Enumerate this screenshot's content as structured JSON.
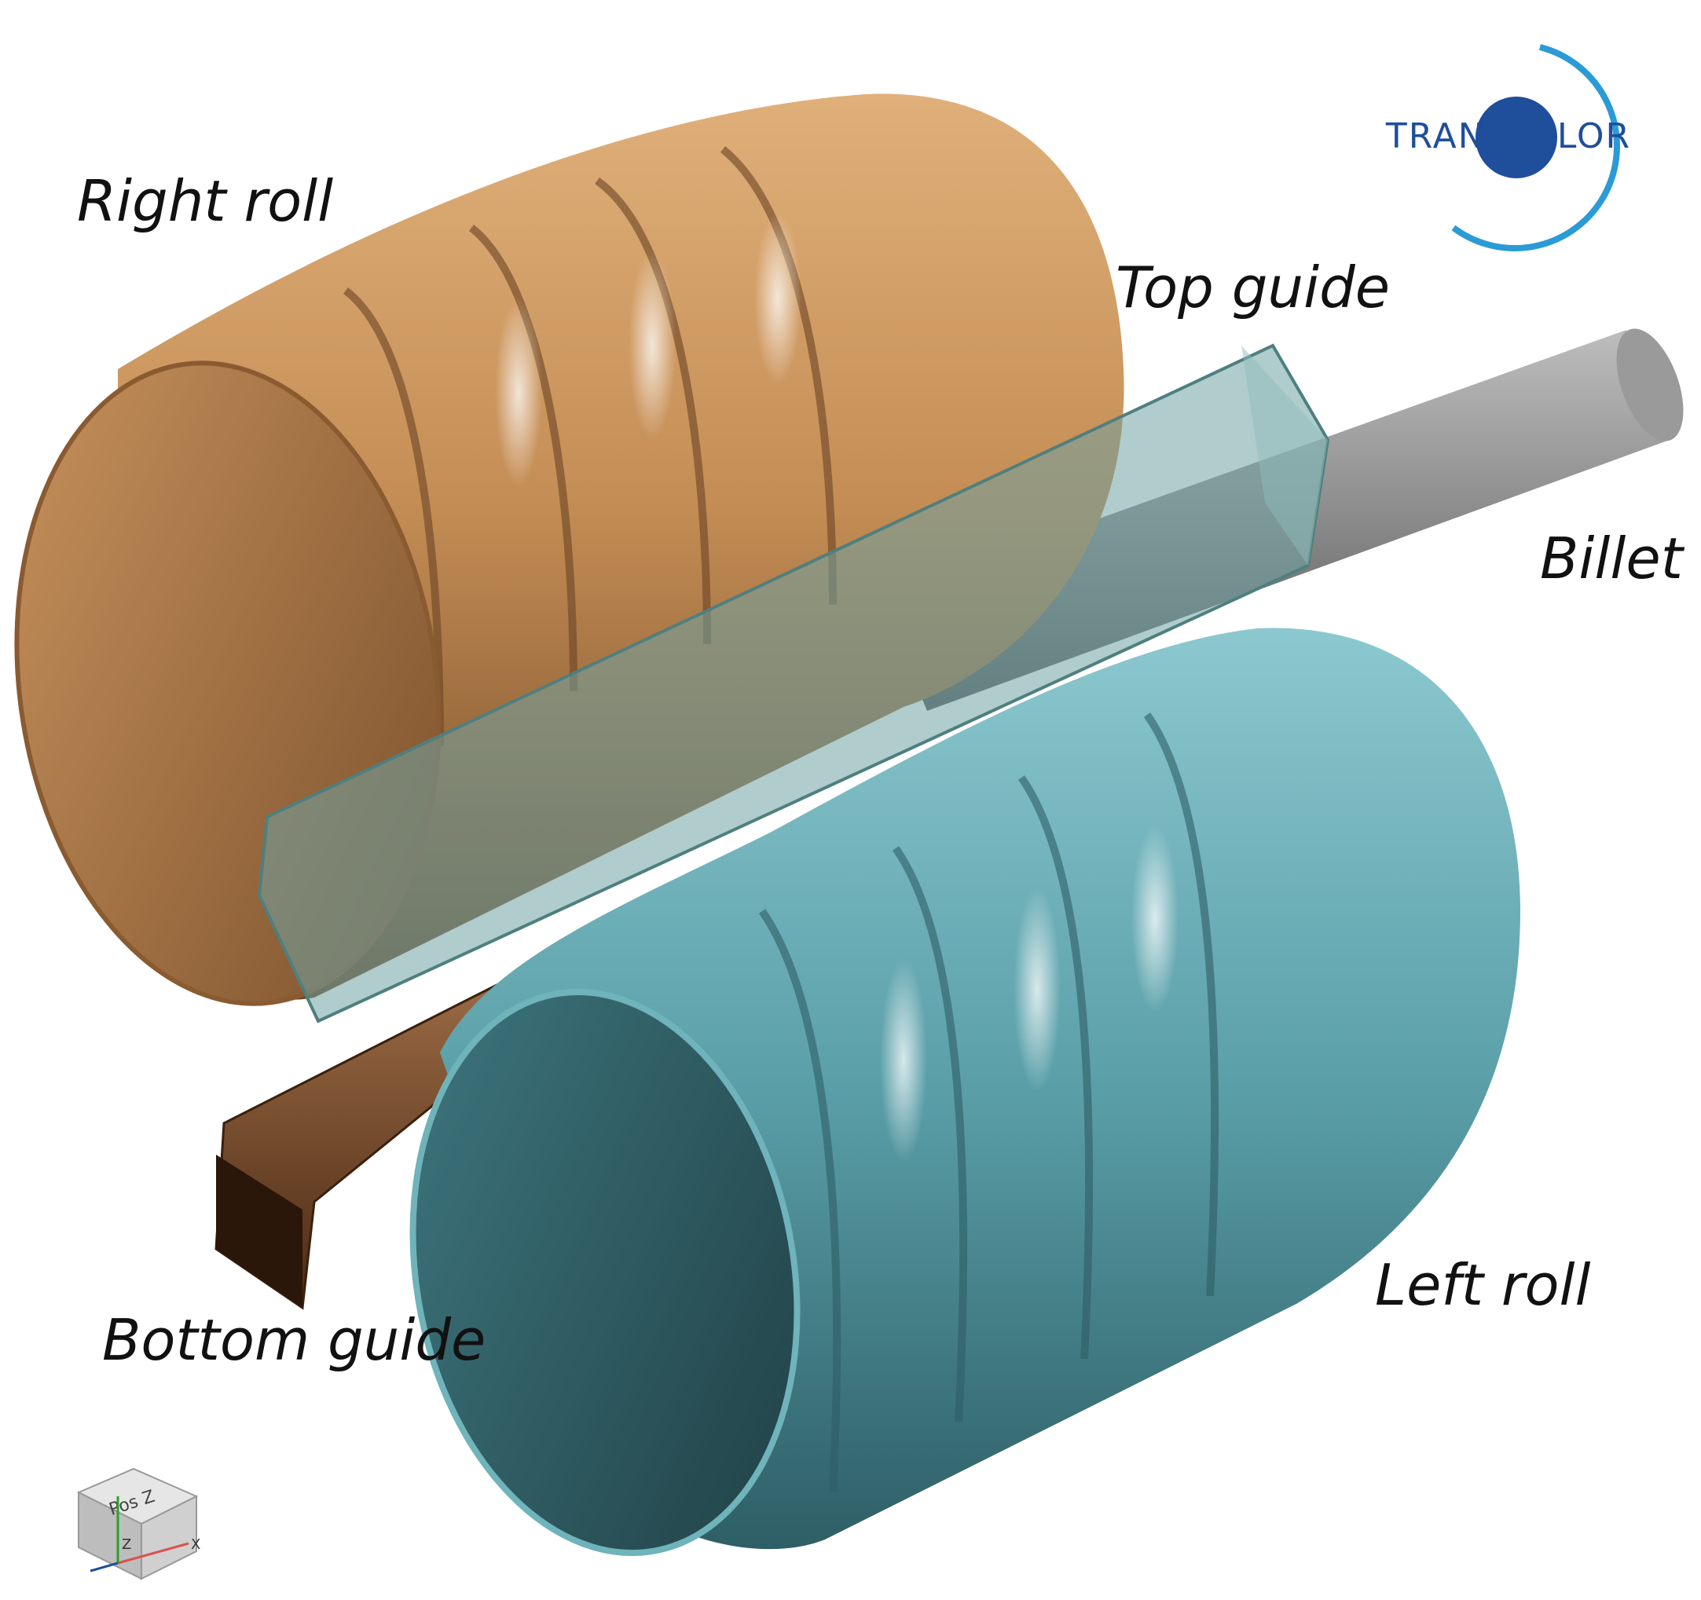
{
  "labels": {
    "right_roll": "Right roll",
    "top_guide": "Top guide",
    "billet": "Billet",
    "bottom_guide": "Bottom guide",
    "left_roll": "Left roll"
  },
  "logo": {
    "text": "TRANSVALOR",
    "color": "#1f4e9b",
    "ring_color": "#2a9bd6"
  },
  "view_cube": {
    "face_label": "Pos Z",
    "axis_x": "X",
    "axis_z": "Z"
  },
  "colors": {
    "right_roll": "#c8915a",
    "left_roll": "#5aa3ad",
    "billet": "#8a8a8a",
    "top_guide": "#6fa3a3",
    "bottom_guide": "#7a4a2a"
  }
}
